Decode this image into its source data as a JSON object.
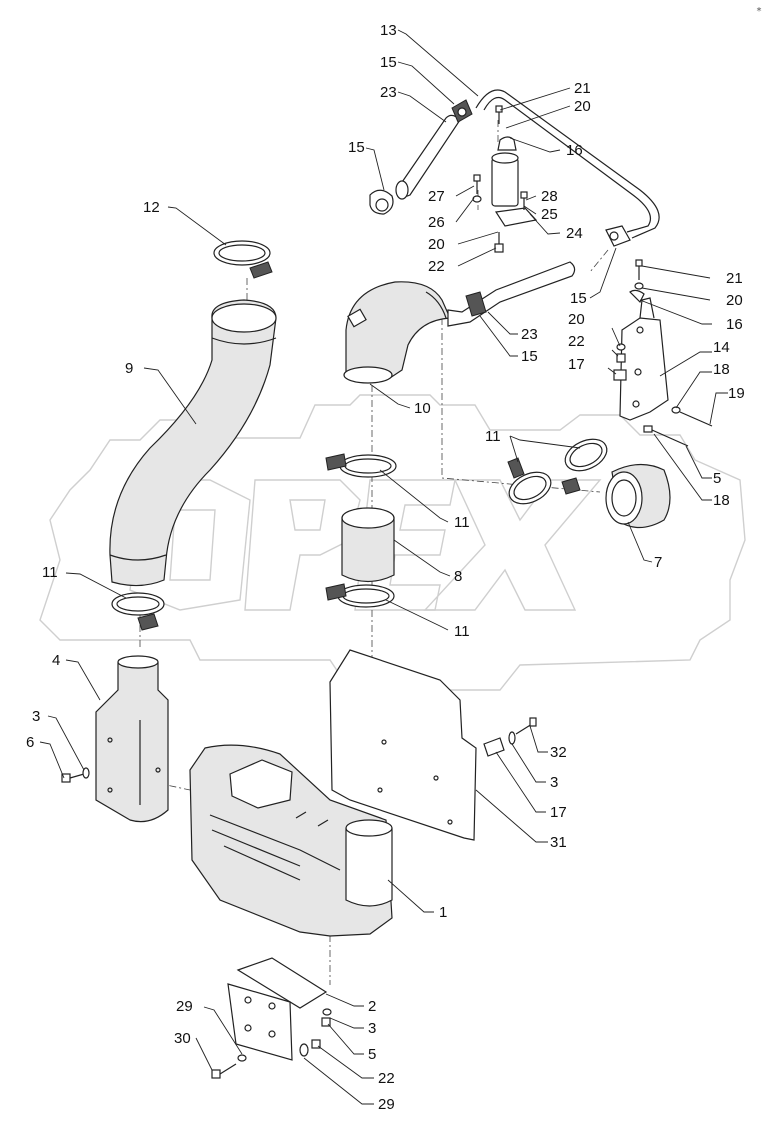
{
  "corner_mark": "*",
  "watermark": {
    "text": "OPEX",
    "kind": "logo"
  },
  "callouts": [
    {
      "id": "c13",
      "text": "13"
    },
    {
      "id": "c15a",
      "text": "15"
    },
    {
      "id": "c23a",
      "text": "23"
    },
    {
      "id": "c15b",
      "text": "15"
    },
    {
      "id": "c21a",
      "text": "21"
    },
    {
      "id": "c20a",
      "text": "20"
    },
    {
      "id": "c16a",
      "text": "16"
    },
    {
      "id": "c27",
      "text": "27"
    },
    {
      "id": "c28",
      "text": "28"
    },
    {
      "id": "c26",
      "text": "26"
    },
    {
      "id": "c25",
      "text": "25"
    },
    {
      "id": "c24",
      "text": "24"
    },
    {
      "id": "c12",
      "text": "12"
    },
    {
      "id": "c20b",
      "text": "20"
    },
    {
      "id": "c22a",
      "text": "22"
    },
    {
      "id": "c21b",
      "text": "21"
    },
    {
      "id": "c20c",
      "text": "20"
    },
    {
      "id": "c15c",
      "text": "15"
    },
    {
      "id": "c16b",
      "text": "16"
    },
    {
      "id": "c20d",
      "text": "20"
    },
    {
      "id": "c23b",
      "text": "23"
    },
    {
      "id": "c22b",
      "text": "22"
    },
    {
      "id": "c14",
      "text": "14"
    },
    {
      "id": "c9",
      "text": "9"
    },
    {
      "id": "c15d",
      "text": "15"
    },
    {
      "id": "c17a",
      "text": "17"
    },
    {
      "id": "c18a",
      "text": "18"
    },
    {
      "id": "c19",
      "text": "19"
    },
    {
      "id": "c10",
      "text": "10"
    },
    {
      "id": "c11a",
      "text": "11"
    },
    {
      "id": "c5a",
      "text": "5"
    },
    {
      "id": "c18b",
      "text": "18"
    },
    {
      "id": "c11b",
      "text": "11"
    },
    {
      "id": "c8",
      "text": "8"
    },
    {
      "id": "c7",
      "text": "7"
    },
    {
      "id": "c11c",
      "text": "11"
    },
    {
      "id": "c11d",
      "text": "11"
    },
    {
      "id": "c4",
      "text": "4"
    },
    {
      "id": "c3a",
      "text": "3"
    },
    {
      "id": "c6",
      "text": "6"
    },
    {
      "id": "c32",
      "text": "32"
    },
    {
      "id": "c3b",
      "text": "3"
    },
    {
      "id": "c17b",
      "text": "17"
    },
    {
      "id": "c31",
      "text": "31"
    },
    {
      "id": "c1",
      "text": "1"
    },
    {
      "id": "c2",
      "text": "2"
    },
    {
      "id": "c29a",
      "text": "29"
    },
    {
      "id": "c3c",
      "text": "3"
    },
    {
      "id": "c30",
      "text": "30"
    },
    {
      "id": "c5b",
      "text": "5"
    },
    {
      "id": "c22c",
      "text": "22"
    },
    {
      "id": "c29b",
      "text": "29"
    }
  ]
}
